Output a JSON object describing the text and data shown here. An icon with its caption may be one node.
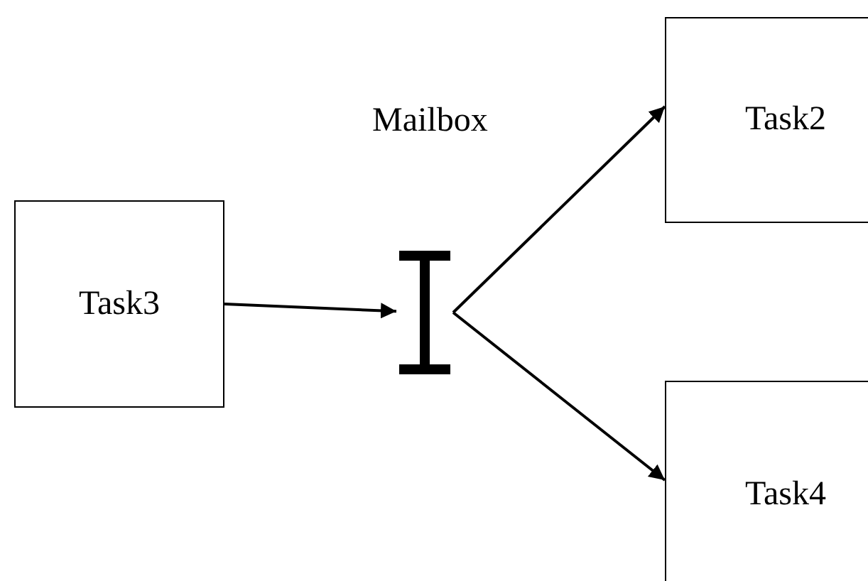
{
  "diagram": {
    "nodes": [
      {
        "text": [
          "Task3"
        ]
      },
      {
        "text": [],
        "shape": "bar",
        "beside": [
          "Mailbox"
        ]
      },
      {
        "text": [
          "Task2"
        ]
      },
      {
        "text": [
          "Task4"
        ]
      }
    ],
    "edges": [
      {
        "from": 0,
        "to": 1,
        "arrow": "to"
      },
      {
        "from": 1,
        "to": 2,
        "arrow": "to"
      },
      {
        "from": 1,
        "to": 3,
        "arrow": "to"
      }
    ]
  }
}
